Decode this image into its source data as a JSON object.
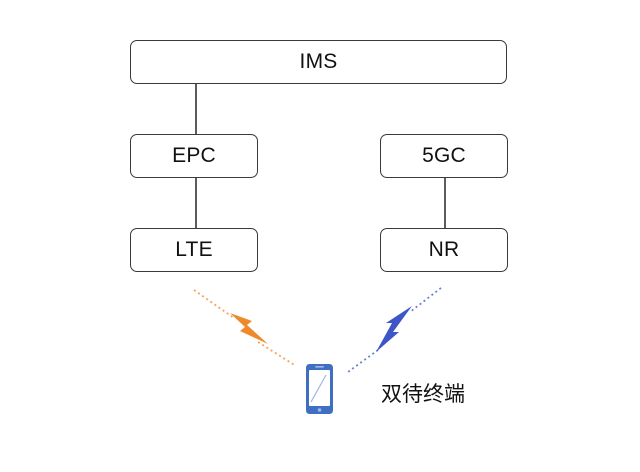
{
  "diagram": {
    "nodes": {
      "ims": "IMS",
      "epc": "EPC",
      "fivegc": "5GC",
      "lte": "LTE",
      "nr": "NR"
    },
    "terminal_label": "双待终端",
    "colors": {
      "box_border": "#3a3a3a",
      "connector": "#333333",
      "lte_link": "#f5a25d",
      "lte_bolt": "#ee8a2a",
      "nr_link": "#6a7fd0",
      "nr_bolt": "#3d55c6",
      "phone_body": "#3f6fc0"
    },
    "icons": {
      "lte_link": "lightning-bolt-icon",
      "nr_link": "lightning-bolt-icon",
      "terminal": "smartphone-icon"
    }
  }
}
